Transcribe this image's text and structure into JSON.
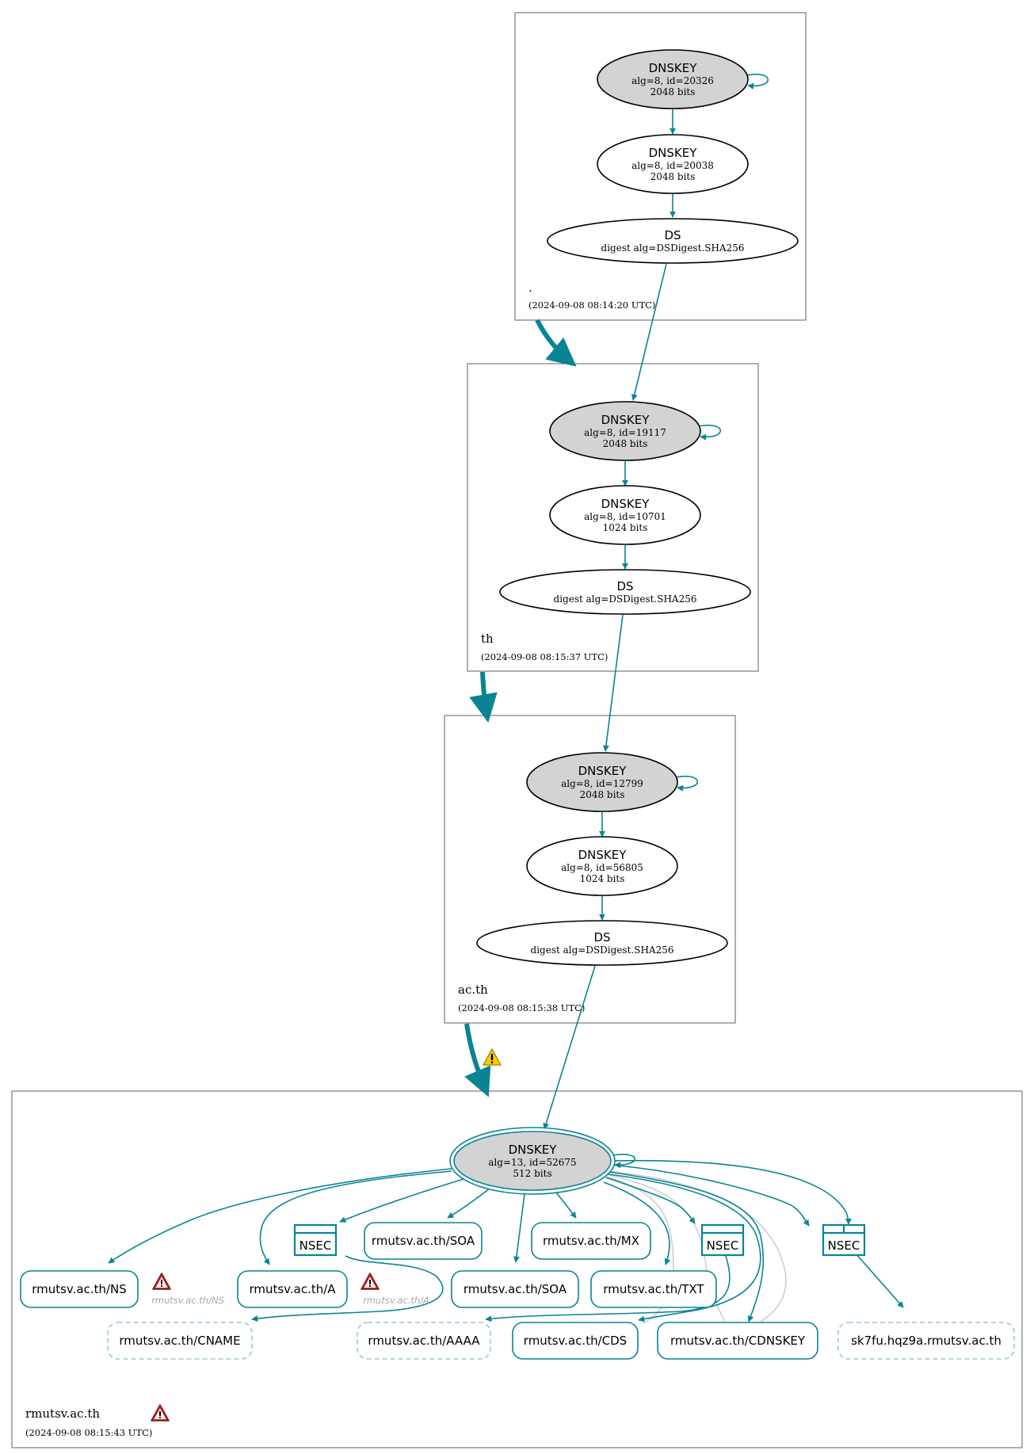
{
  "zones": [
    {
      "id": "root",
      "name": ".",
      "timestamp": "(2024-09-08 08:14:20 UTC)"
    },
    {
      "id": "th",
      "name": "th",
      "timestamp": "(2024-09-08 08:15:37 UTC)"
    },
    {
      "id": "acth",
      "name": "ac.th",
      "timestamp": "(2024-09-08 08:15:38 UTC)"
    },
    {
      "id": "rmutsv",
      "name": "rmutsv.ac.th",
      "timestamp": "(2024-09-08 08:15:43 UTC)"
    }
  ],
  "keys": [
    {
      "id": "root-ksk",
      "title": "DNSKEY",
      "line1": "alg=8, id=20326",
      "line2": "2048 bits",
      "style": "ksk"
    },
    {
      "id": "root-zsk",
      "title": "DNSKEY",
      "line1": "alg=8, id=20038",
      "line2": "2048 bits",
      "style": "zsk"
    },
    {
      "id": "root-ds",
      "title": "DS",
      "line1": "digest alg=DSDigest.SHA256",
      "line2": "",
      "style": "ds"
    },
    {
      "id": "th-ksk",
      "title": "DNSKEY",
      "line1": "alg=8, id=19117",
      "line2": "2048 bits",
      "style": "ksk"
    },
    {
      "id": "th-zsk",
      "title": "DNSKEY",
      "line1": "alg=8, id=10701",
      "line2": "1024 bits",
      "style": "zsk"
    },
    {
      "id": "th-ds",
      "title": "DS",
      "line1": "digest alg=DSDigest.SHA256",
      "line2": "",
      "style": "ds"
    },
    {
      "id": "acth-ksk",
      "title": "DNSKEY",
      "line1": "alg=8, id=12799",
      "line2": "2048 bits",
      "style": "ksk"
    },
    {
      "id": "acth-zsk",
      "title": "DNSKEY",
      "line1": "alg=8, id=56805",
      "line2": "1024 bits",
      "style": "zsk"
    },
    {
      "id": "acth-ds",
      "title": "DS",
      "line1": "digest alg=DSDigest.SHA256",
      "line2": "",
      "style": "ds"
    },
    {
      "id": "rmutsv-key",
      "title": "DNSKEY",
      "line1": "alg=13, id=52675",
      "line2": "512 bits",
      "style": "double"
    }
  ],
  "rrsets": [
    {
      "id": "ns",
      "label": "rmutsv.ac.th/NS",
      "style": "solid"
    },
    {
      "id": "a",
      "label": "rmutsv.ac.th/A",
      "style": "solid"
    },
    {
      "id": "soa1",
      "label": "rmutsv.ac.th/SOA",
      "style": "solid"
    },
    {
      "id": "mx",
      "label": "rmutsv.ac.th/MX",
      "style": "solid"
    },
    {
      "id": "soa2",
      "label": "rmutsv.ac.th/SOA",
      "style": "solid"
    },
    {
      "id": "txt",
      "label": "rmutsv.ac.th/TXT",
      "style": "solid"
    },
    {
      "id": "cname",
      "label": "rmutsv.ac.th/CNAME",
      "style": "dashed"
    },
    {
      "id": "aaaa",
      "label": "rmutsv.ac.th/AAAA",
      "style": "dashed"
    },
    {
      "id": "cds",
      "label": "rmutsv.ac.th/CDS",
      "style": "solid"
    },
    {
      "id": "cdnskey",
      "label": "rmutsv.ac.th/CDNSKEY",
      "style": "solid"
    },
    {
      "id": "sk7fu",
      "label": "sk7fu.hqz9a.rmutsv.ac.th",
      "style": "dashed"
    }
  ],
  "nsec": [
    {
      "id": "nsec1",
      "label": "NSEC"
    },
    {
      "id": "nsec2",
      "label": "NSEC"
    },
    {
      "id": "nsec3",
      "label": "NSEC"
    }
  ],
  "warnings": [
    {
      "id": "warn-ns",
      "label": "rmutsv.ac.th/NS"
    },
    {
      "id": "warn-a",
      "label": "rmutsv.ac.th/A"
    }
  ],
  "icons": [
    "warning-triangle-icon",
    "error-triangle-icon"
  ],
  "colors": {
    "edge": "#0a8494",
    "edge_inactive": "#cfcfcf",
    "ksk_fill": "#d3d3d3",
    "dashed_border": "#9cc9d2",
    "warning": "#f2c400",
    "error": "#d0312d"
  }
}
